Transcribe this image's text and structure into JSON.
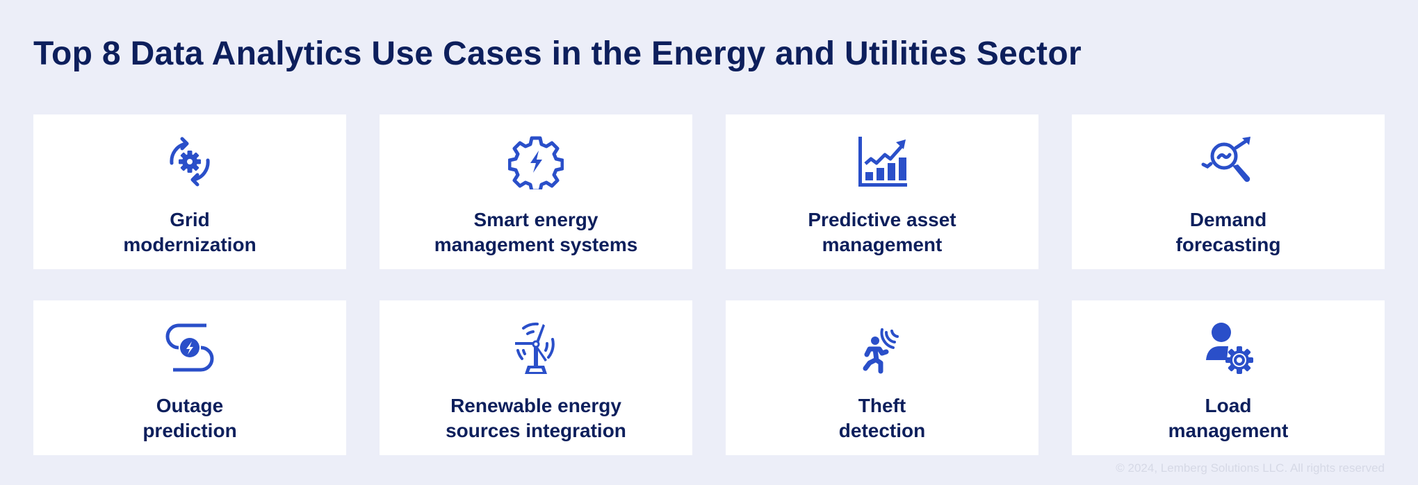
{
  "title": "Top 8 Data Analytics Use Cases in the Energy and Utilities Sector",
  "accent_color": "#2a4fc9",
  "text_color": "#0d1f5c",
  "cards": [
    {
      "icon": "gear-cycle-icon",
      "line1": "Grid",
      "line2": "modernization"
    },
    {
      "icon": "gear-lightning-icon",
      "line1": "Smart energy",
      "line2": "management systems"
    },
    {
      "icon": "growth-chart-icon",
      "line1": "Predictive asset",
      "line2": "management"
    },
    {
      "icon": "magnifier-trend-icon",
      "line1": "Demand",
      "line2": "forecasting"
    },
    {
      "icon": "outage-lightning-icon",
      "line1": "Outage",
      "line2": "prediction"
    },
    {
      "icon": "wind-turbine-icon",
      "line1": "Renewable energy",
      "line2": "sources integration"
    },
    {
      "icon": "running-person-signal-icon",
      "line1": "Theft",
      "line2": "detection"
    },
    {
      "icon": "user-gear-icon",
      "line1": "Load",
      "line2": "management"
    }
  ],
  "footer": "© 2024, Lemberg Solutions LLC. All rights reserved"
}
